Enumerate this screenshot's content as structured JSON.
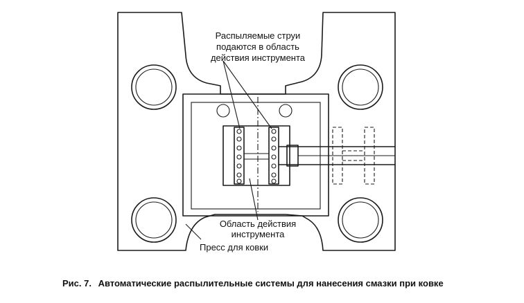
{
  "labels": {
    "spray_line1": "Распыляемые струи",
    "spray_line2": "подаются в область",
    "spray_line3": "действия инструмента",
    "tool_area_line1": "Область действия",
    "tool_area_line2": "инструмента",
    "press": "Пресс для ковки"
  },
  "caption": {
    "number": "Рис.  7.",
    "text": "Автоматические распылительные системы для нанесения смазки при ковке"
  }
}
